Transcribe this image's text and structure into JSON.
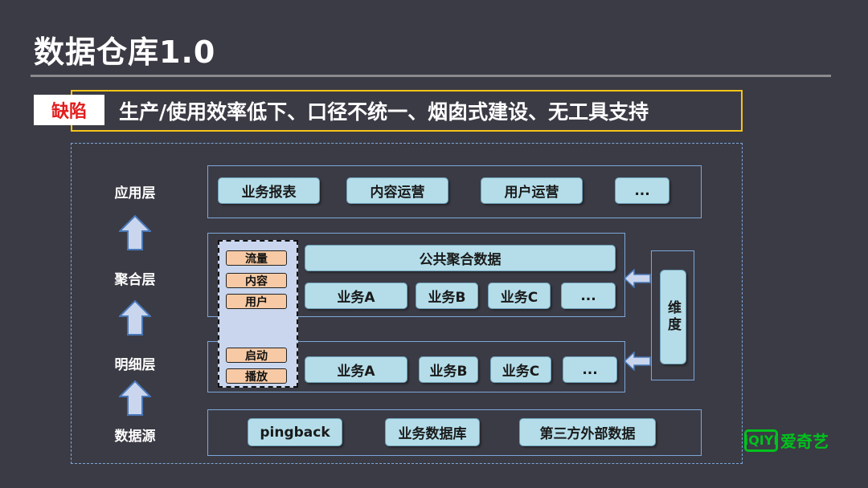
{
  "title": "数据仓库1.0",
  "defect": {
    "tag": "缺陷",
    "text": "生产/使用效率低下、口径不统一、烟囱式建设、无工具支持"
  },
  "layers": {
    "application": "应用层",
    "aggregation": "聚合层",
    "detail": "明细层",
    "source": "数据源"
  },
  "application_items": [
    "业务报表",
    "内容运营",
    "用户运营",
    "..."
  ],
  "aggregation": {
    "public": "公共聚合数据",
    "items": [
      "业务A",
      "业务B",
      "业务C",
      "..."
    ]
  },
  "detail_items": [
    "业务A",
    "业务B",
    "业务C",
    "..."
  ],
  "source_items": [
    "pingback",
    "业务数据库",
    "第三方外部数据"
  ],
  "side_tags": [
    "流量",
    "内容",
    "用户",
    "启动",
    "播放"
  ],
  "dimension": "维度",
  "logo": {
    "mark": "iQIYI",
    "text": "爱奇艺"
  }
}
